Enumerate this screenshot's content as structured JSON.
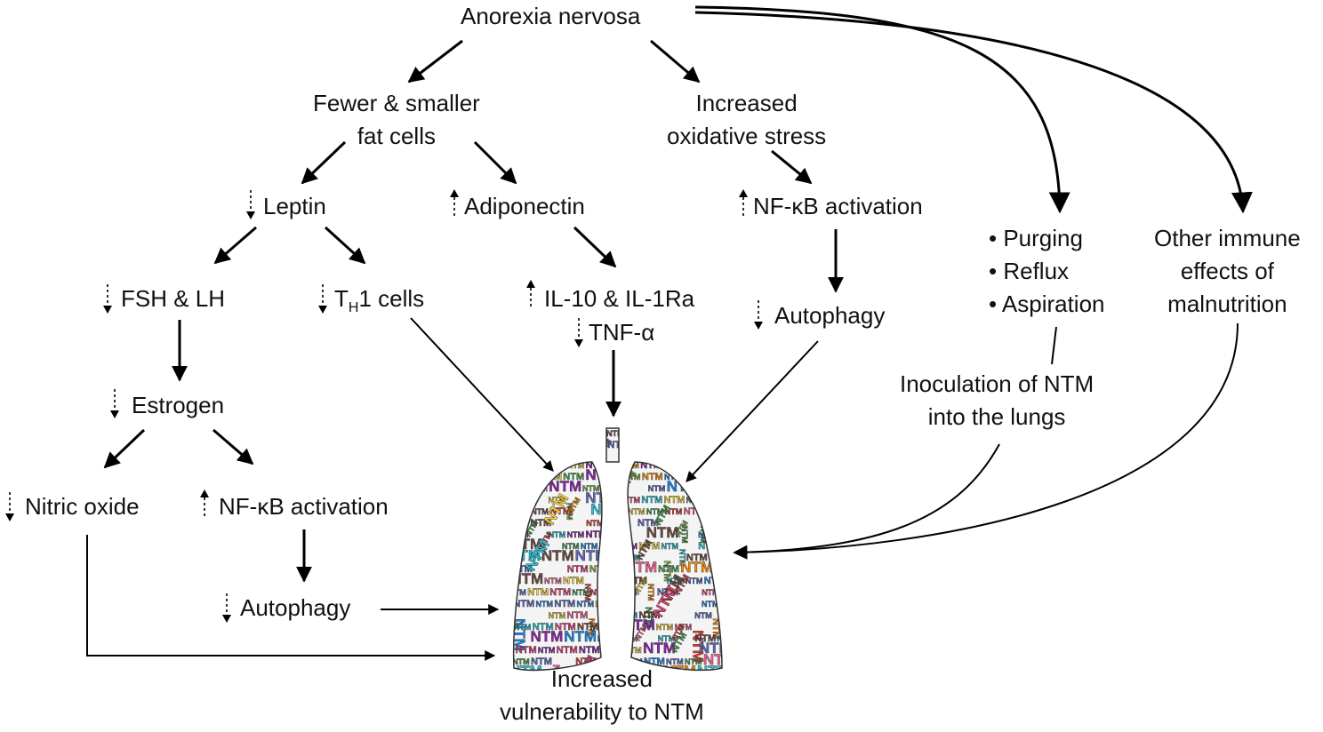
{
  "nodes": {
    "anorexia": "Anorexia nervosa",
    "fat_cells": [
      "Fewer & smaller",
      "fat cells"
    ],
    "oxidative": [
      "Increased",
      "oxidative stress"
    ],
    "leptin": "Leptin",
    "adiponectin": "Adiponectin",
    "nfkb_top": "NF-κB activation",
    "fsh_lh": "FSH & LH",
    "th1": {
      "main": "T",
      "sub": "H",
      "rest": "1 cells"
    },
    "il10": "IL-10 & IL-1Ra",
    "tnf": "TNF-α",
    "autophagy_top": "Autophagy",
    "purging_list": [
      "• Purging",
      "• Reflux",
      "• Aspiration"
    ],
    "other_immune": [
      "Other immune",
      "effects of",
      "malnutrition"
    ],
    "inoculation": [
      "Inoculation of NTM",
      "into the lungs"
    ],
    "estrogen": "Estrogen",
    "nitric_oxide": "Nitric oxide",
    "nfkb_bottom": "NF-κB activation",
    "autophagy_bottom": "Autophagy",
    "outcome": [
      "Increased",
      "vulnerability to NTM"
    ]
  },
  "lung_label": "NTM",
  "lung_colors": [
    "#e53935",
    "#fb8c00",
    "#fdd835",
    "#43a047",
    "#1e88e5",
    "#8e24aa",
    "#ec407a",
    "#26c6da",
    "#6d4c41",
    "#7cb342",
    "#5c6bc0",
    "#f06292"
  ],
  "indicators": {
    "decreased": [
      "leptin",
      "fsh_lh",
      "th1",
      "tnf",
      "autophagy_top",
      "estrogen",
      "nitric_oxide",
      "autophagy_bottom"
    ],
    "increased": [
      "adiponectin",
      "nfkb_top",
      "il10",
      "nfkb_bottom"
    ]
  }
}
